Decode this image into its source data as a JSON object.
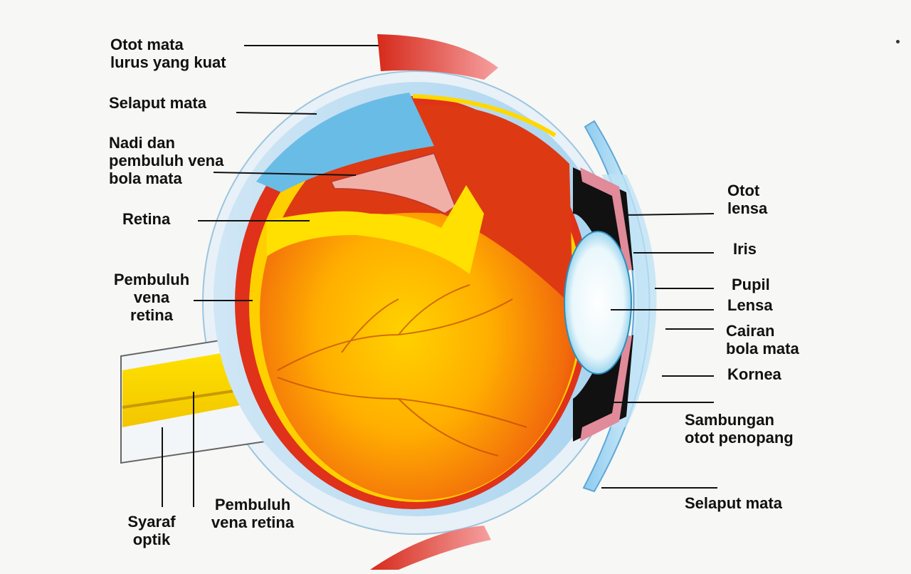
{
  "labels": {
    "otot_mata_lurus": [
      "Otot mata",
      "lurus yang kuat"
    ],
    "selaput_mata_top": [
      "Selaput mata"
    ],
    "nadi_pembuluh": [
      "Nadi dan",
      "pembuluh vena",
      "bola mata"
    ],
    "retina": [
      "Retina"
    ],
    "pembuluh_vena_retina_left": [
      "Pembuluh",
      "vena",
      "retina"
    ],
    "syaraf_optik": [
      "Syaraf",
      "optik"
    ],
    "pembuluh_vena_retina_bottom": [
      "Pembuluh",
      "vena retina"
    ],
    "otot_lensa": [
      "Otot",
      "lensa"
    ],
    "iris": [
      "Iris"
    ],
    "pupil": [
      "Pupil"
    ],
    "lensa": [
      "Lensa"
    ],
    "cairan_bola_mata": [
      "Cairan",
      "bola mata"
    ],
    "kornea": [
      "Kornea"
    ],
    "sambungan": [
      "Sambungan",
      "otot penopang"
    ],
    "selaput_mata_bottom": [
      "Selaput mata"
    ]
  }
}
